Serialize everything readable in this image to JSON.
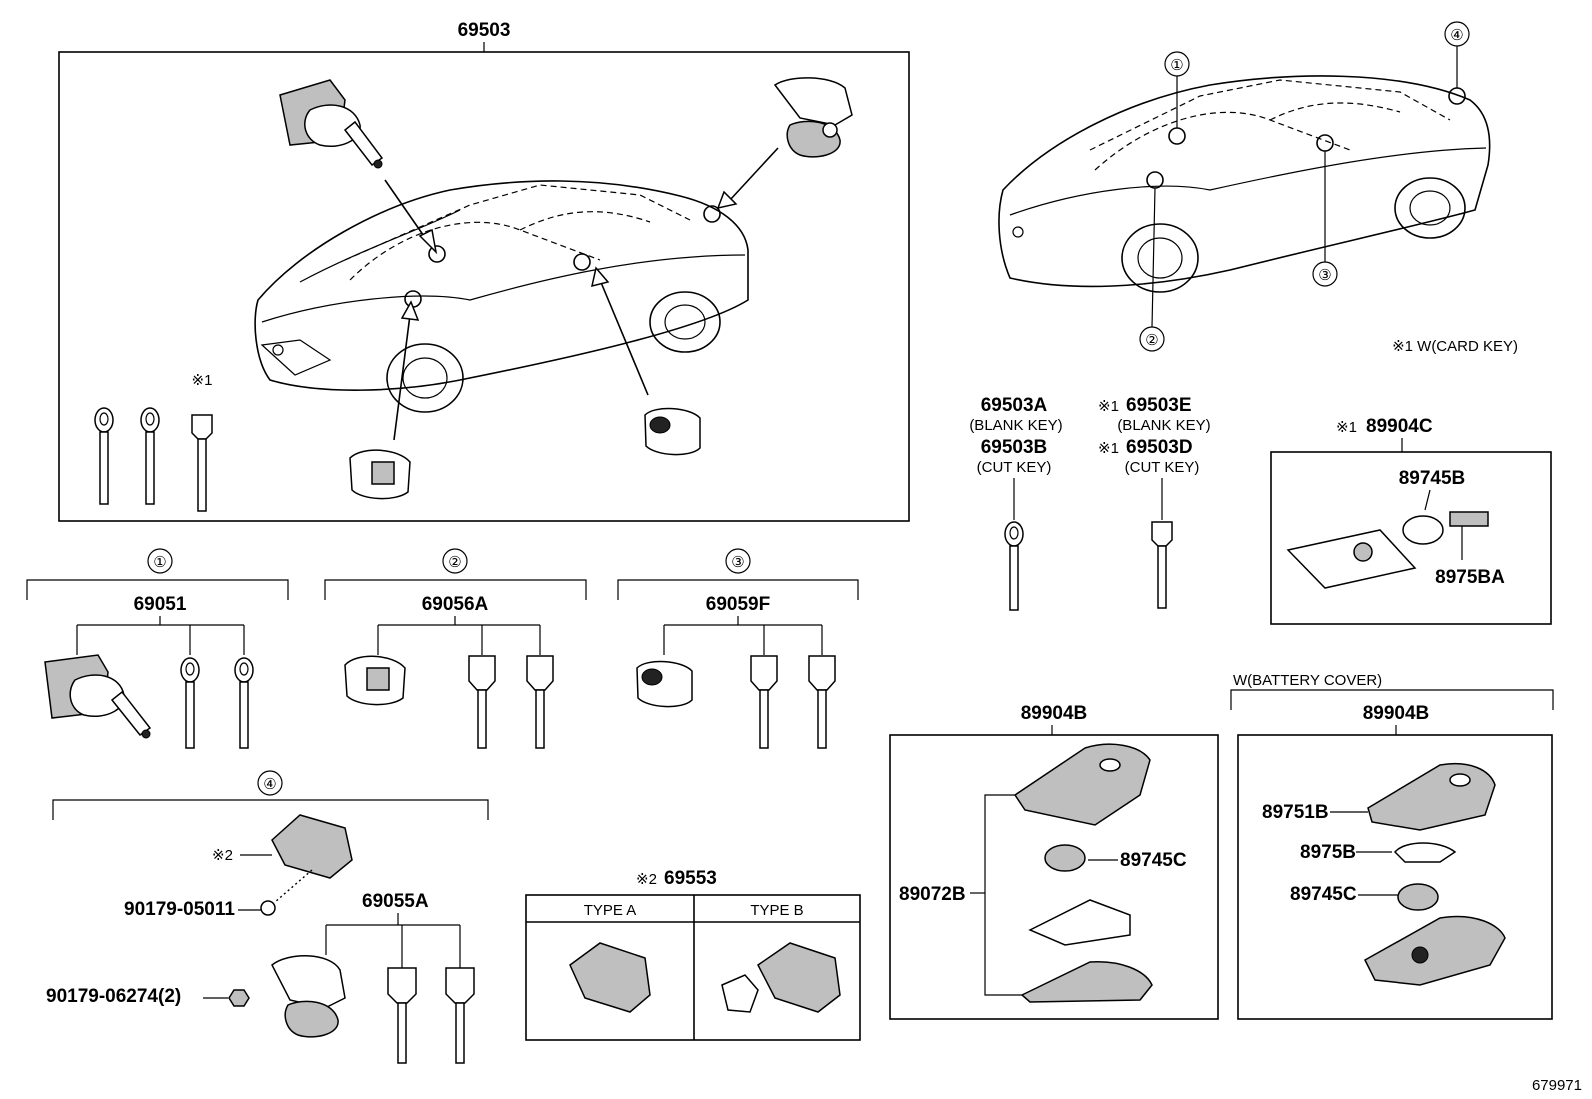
{
  "main_assembly": {
    "part_no": "69503",
    "star_note": "※1"
  },
  "location_view": {
    "markers": [
      "①",
      "②",
      "③",
      "④"
    ],
    "note": "※1 W(CARD KEY)"
  },
  "blank_key": {
    "part_a": "69503A",
    "part_a_desc": "(BLANK KEY)",
    "part_b": "69503B",
    "part_b_desc": "(CUT KEY)"
  },
  "card_blank_key": {
    "mark_e": "※1",
    "part_e": "69503E",
    "part_e_desc": "(BLANK KEY)",
    "mark_d": "※1",
    "part_d": "69503D",
    "part_d_desc": "(CUT KEY)"
  },
  "card_key_set": {
    "mark": "※1",
    "part_no": "89904C",
    "battery": "89745B",
    "cover": "8975BA"
  },
  "groups": [
    {
      "marker": "①",
      "part_no": "69051"
    },
    {
      "marker": "②",
      "part_no": "69056A"
    },
    {
      "marker": "③",
      "part_no": "69059F"
    },
    {
      "marker": "④",
      "part_no": ""
    }
  ],
  "group4": {
    "star_label": "※2",
    "screw": "90179-05011",
    "nut": "90179-06274(2)",
    "lock_set": "69055A"
  },
  "types_table": {
    "mark": "※2",
    "part_no": "69553",
    "col_a": "TYPE A",
    "col_b": "TYPE B"
  },
  "transmitter": {
    "part_no": "89904B",
    "housing": "89072B",
    "battery": "89745C"
  },
  "transmitter_cover": {
    "heading": "W(BATTERY COVER)",
    "part_no": "89904B",
    "cover": "89751B",
    "battery_cover": "8975B",
    "battery": "89745C"
  },
  "illustration_no": "679971"
}
